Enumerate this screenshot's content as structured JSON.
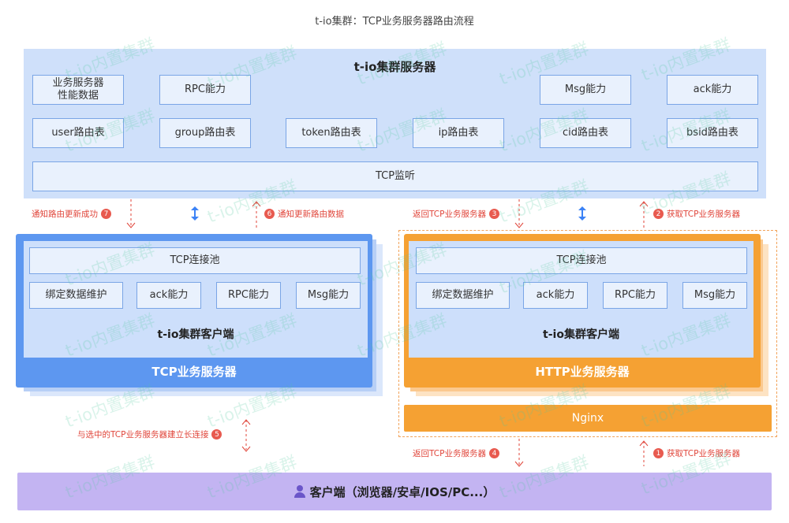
{
  "title": "t-io集群：TCP业务服务器路由流程",
  "cluster": {
    "title": "t-io集群服务器",
    "row1": [
      "业务服务器\n性能数据",
      "RPC能力",
      "Msg能力",
      "ack能力"
    ],
    "row2": [
      "user路由表",
      "group路由表",
      "token路由表",
      "ip路由表",
      "cid路由表",
      "bsid路由表"
    ],
    "listen": "TCP监听"
  },
  "tcp_server": {
    "pool": "TCP连接池",
    "abilities": [
      "绑定数据维护",
      "ack能力",
      "RPC能力",
      "Msg能力"
    ],
    "client": "t-io集群客户端",
    "label": "TCP业务服务器"
  },
  "http_server": {
    "pool": "TCP连接池",
    "abilities": [
      "绑定数据维护",
      "ack能力",
      "RPC能力",
      "Msg能力"
    ],
    "client": "t-io集群客户端",
    "label": "HTTP业务服务器"
  },
  "nginx": "Nginx",
  "client": "客户端（浏览器/安卓/IOS/PC...）",
  "notes": {
    "n7": "通知路由更新成功",
    "n7_num": "7",
    "n6": "通知更新路由数据",
    "n6_num": "6",
    "n3": "返回TCP业务服务器",
    "n3_num": "3",
    "n2": "获取TCP业务服务器",
    "n2_num": "2",
    "n5": "与选中的TCP业务服务器建立长连接",
    "n5_num": "5",
    "n4": "返回TCP业务服务器",
    "n4_num": "4",
    "n1": "获取TCP业务服务器",
    "n1_num": "1"
  },
  "watermark": "t-io内置集群",
  "colors": {
    "cluster_bg": "#cfe0fa",
    "box_border": "#7aa5e6",
    "tcp_server": "#5d97f0",
    "http_server": "#f5a133",
    "client_bg": "#c3b4f2",
    "note_red": "#e0453a",
    "sync_arrow": "#3b82f6"
  }
}
